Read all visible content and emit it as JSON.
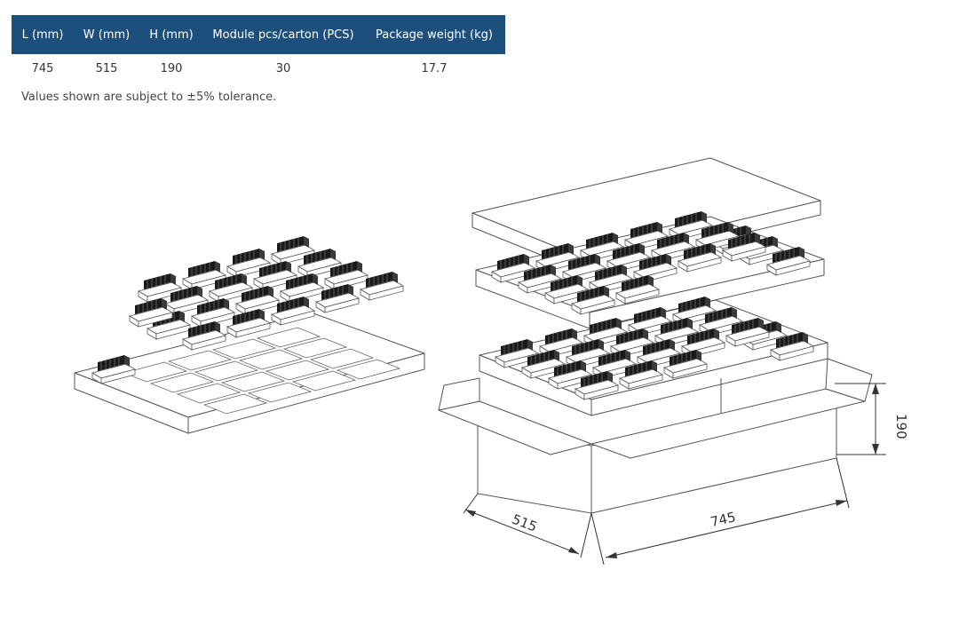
{
  "table": {
    "headers": [
      "L (mm)",
      "W (mm)",
      "H (mm)",
      "Module pcs/carton (PCS)",
      "Package weight (kg)"
    ],
    "rows": [
      [
        "745",
        "515",
        "190",
        "30",
        "17.7"
      ]
    ]
  },
  "note": "Values shown are subject to ±5% tolerance.",
  "dimensions": {
    "width": "515",
    "length": "745",
    "height": "190"
  },
  "colors": {
    "header_bg": "#1d4f7c",
    "header_text": "#ffffff"
  }
}
